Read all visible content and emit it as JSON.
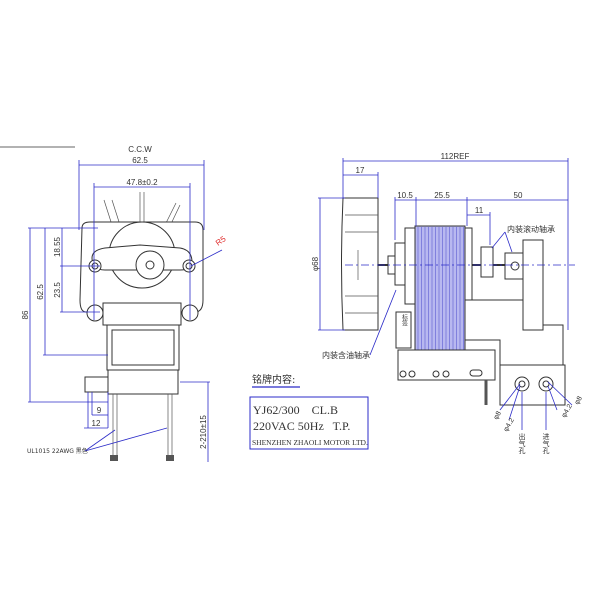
{
  "front_view": {
    "rotation": "C.C.W",
    "dims": {
      "width_total": "62.5",
      "hole_spacing": "47.8±0.2",
      "radius": "R5",
      "d_18_55": "18.55",
      "d_23_5": "23.5",
      "d_62_5": "62.5",
      "height_total": "86",
      "d_9": "9",
      "d_12": "12",
      "lead_length": "2-210±15"
    },
    "wire_label": "UL1015 22AWG 黑色"
  },
  "side_view": {
    "dims": {
      "overall": "112REF",
      "fan_width": "17",
      "d_10_5": "10.5",
      "stator": "25.5",
      "d_50": "50",
      "d_11": "11",
      "fan_dia": "φ68",
      "hole_8a": "φ8",
      "hole_4_2a": "φ4.2",
      "hole_4_2b": "φ4.2",
      "hole_8b": "φ8"
    },
    "label_rolling_bearing": "内装滚动轴承",
    "label_oil_bearing": "内装含油轴承",
    "label_outlet": "出气孔",
    "label_inlet": "进气孔",
    "label_sticker": "标签"
  },
  "nameplate": {
    "heading": "铭牌内容:",
    "line1": "YJ62/300    CL.B",
    "line2": "220VAC 50Hz   T.P.",
    "line3": "SHENZHEN ZHAOLI MOTOR LTD."
  },
  "colors": {
    "dimension": "#2b2bc8",
    "radius_label": "#e03030",
    "stator": "#8f8fe0"
  }
}
